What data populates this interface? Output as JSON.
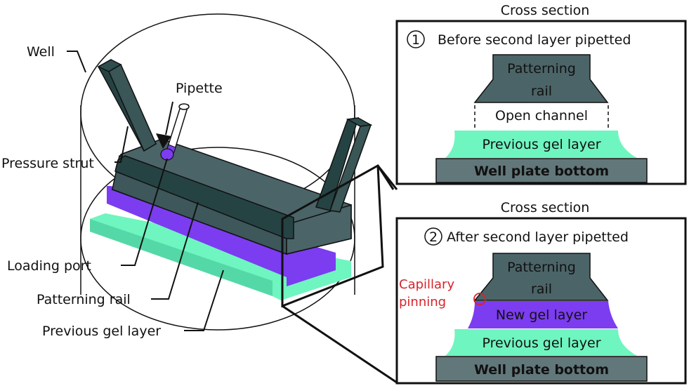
{
  "colors": {
    "rail": "#4b6468",
    "rail_dark": "#264344",
    "rail_edge": "#1e3536",
    "new_gel": "#7c3cf0",
    "previous_gel": "#6ff5c0",
    "previous_gel_shade": "#3fbf94",
    "well_plate": "#62777a",
    "annotation_red": "#d8232a",
    "outline": "#111111"
  },
  "left_diagram": {
    "labels": {
      "well": "Well",
      "pipette": "Pipette",
      "pressure_strut": "Pressure strut",
      "loading_port": "Loading port",
      "patterning_rail": "Patterning rail",
      "previous_gel_layer": "Previous gel layer"
    }
  },
  "panel1": {
    "heading": "Cross section",
    "step_number": "1",
    "title": "Before second layer pipetted",
    "rail_line1": "Patterning",
    "rail_line2": "rail",
    "channel": "Open channel",
    "gel": "Previous gel layer",
    "plate": "Well plate bottom"
  },
  "panel2": {
    "heading": "Cross section",
    "step_number": "2",
    "title": "After second layer pipetted",
    "rail_line1": "Patterning",
    "rail_line2": "rail",
    "annotation_line1": "Capillary",
    "annotation_line2": "pinning",
    "new_gel": "New gel layer",
    "gel": "Previous gel layer",
    "plate": "Well plate bottom"
  }
}
